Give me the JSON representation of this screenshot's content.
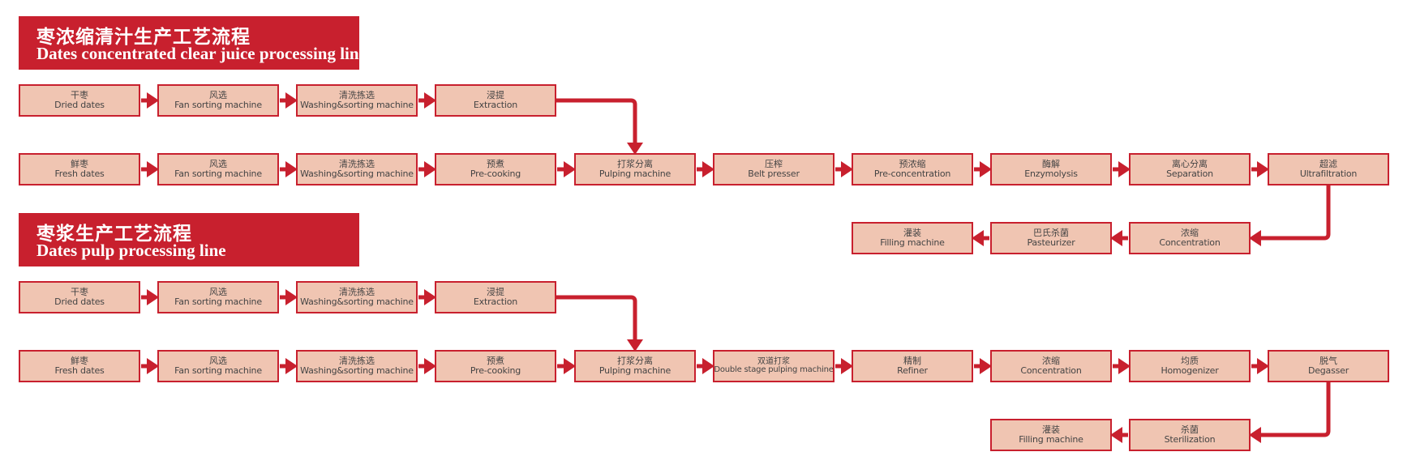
{
  "line1": {
    "title_zh": "枣浓缩清汁生产工艺流程",
    "title_en": "Dates concentrated clear juice processing line",
    "row1": [
      {
        "zh": "干枣",
        "en": "Dried dates"
      },
      {
        "zh": "风选",
        "en": "Fan sorting machine"
      },
      {
        "zh": "清洗拣选",
        "en": "Washing&sorting machine"
      },
      {
        "zh": "浸提",
        "en": "Extraction"
      }
    ],
    "row2": [
      {
        "zh": "鲜枣",
        "en": "Fresh dates"
      },
      {
        "zh": "风选",
        "en": "Fan sorting machine"
      },
      {
        "zh": "清洗拣选",
        "en": "Washing&sorting machine"
      },
      {
        "zh": "预煮",
        "en": "Pre-cooking"
      },
      {
        "zh": "打浆分离",
        "en": "Pulping machine"
      },
      {
        "zh": "压榨",
        "en": "Belt presser"
      },
      {
        "zh": "预浓缩",
        "en": "Pre-concentration"
      },
      {
        "zh": "酶解",
        "en": "Enzymolysis"
      },
      {
        "zh": "离心分离",
        "en": "Separation"
      },
      {
        "zh": "超滤",
        "en": "Ultrafiltration"
      }
    ],
    "row3": [
      {
        "zh": "灌装",
        "en": "Filling machine"
      },
      {
        "zh": "巴氏杀菌",
        "en": "Pasteurizer"
      },
      {
        "zh": "浓缩",
        "en": "Concentration"
      }
    ]
  },
  "line2": {
    "title_zh": "枣浆生产工艺流程",
    "title_en": "Dates pulp processing line",
    "row1": [
      {
        "zh": "干枣",
        "en": "Dried dates"
      },
      {
        "zh": "风选",
        "en": "Fan sorting machine"
      },
      {
        "zh": "清洗拣选",
        "en": "Washing&sorting machine"
      },
      {
        "zh": "浸提",
        "en": "Extraction"
      }
    ],
    "row2": [
      {
        "zh": "鲜枣",
        "en": "Fresh dates"
      },
      {
        "zh": "风选",
        "en": "Fan sorting machine"
      },
      {
        "zh": "清洗拣选",
        "en": "Washing&sorting machine"
      },
      {
        "zh": "预煮",
        "en": "Pre-cooking"
      },
      {
        "zh": "打浆分离",
        "en": "Pulping machine"
      },
      {
        "zh": "双道打浆",
        "en": "Double stage pulping machine"
      },
      {
        "zh": "精制",
        "en": "Refiner"
      },
      {
        "zh": "浓缩",
        "en": "Concentration"
      },
      {
        "zh": "均质",
        "en": "Homogenizer"
      },
      {
        "zh": "脱气",
        "en": "Degasser"
      }
    ],
    "row3": [
      {
        "zh": "灌装",
        "en": "Filling machine"
      },
      {
        "zh": "杀菌",
        "en": "Sterilization"
      }
    ]
  },
  "colors": {
    "accent": "#c8202e",
    "box_fill": "#f0c5b2",
    "text": "#444444"
  }
}
